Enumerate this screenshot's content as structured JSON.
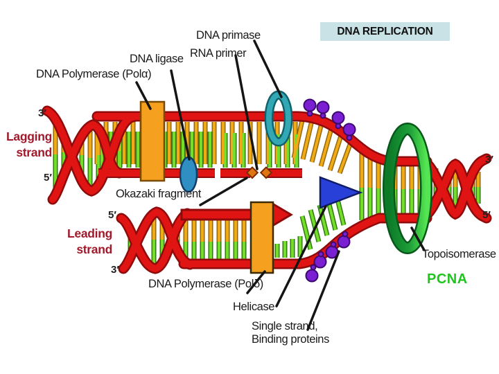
{
  "title": "DNA REPLICATION",
  "labels": {
    "dna_primase": "DNA primase",
    "rna_primer": "RNA primer",
    "dna_ligase": "DNA ligase",
    "dna_polymerase_alpha": "DNA Polymerase (Polα)",
    "lagging_strand_line1": "Lagging",
    "lagging_strand_line2": "strand",
    "okazaki_fragment": "Okazaki fragment",
    "leading_strand_line1": "Leading",
    "leading_strand_line2": "strand",
    "dna_polymerase_delta": "DNA Polymerase (Polδ)",
    "helicase": "Helicase",
    "ssb_line1": "Single strand,",
    "ssb_line2": "Binding proteins",
    "topoisomerase": "Topoisomerase",
    "pcna": "PCNA"
  },
  "strand_ends": {
    "lagging_top": "3′",
    "lagging_bottom": "5′",
    "leading_top": "5′",
    "leading_bottom": "3′",
    "parental_top": "3′",
    "parental_bottom": "5′"
  },
  "colors": {
    "title_box_bg": "#c9e2e6",
    "strand_red": "#e11414",
    "strand_red_dark": "#8f0b0b",
    "base_orange": "#f0ac16",
    "base_green": "#76dd2b",
    "polymerase_orange": "#f5a01e",
    "primase_teal": "#31a8b4",
    "ligase_blue": "#2f8fc2",
    "helicase_blue": "#2940d8",
    "ssb_purple": "#7b1fd2",
    "topoisomerase_green": "#1d9e38",
    "strand_label_red": "#a11a2c",
    "pcna_green": "#1fc41f"
  }
}
